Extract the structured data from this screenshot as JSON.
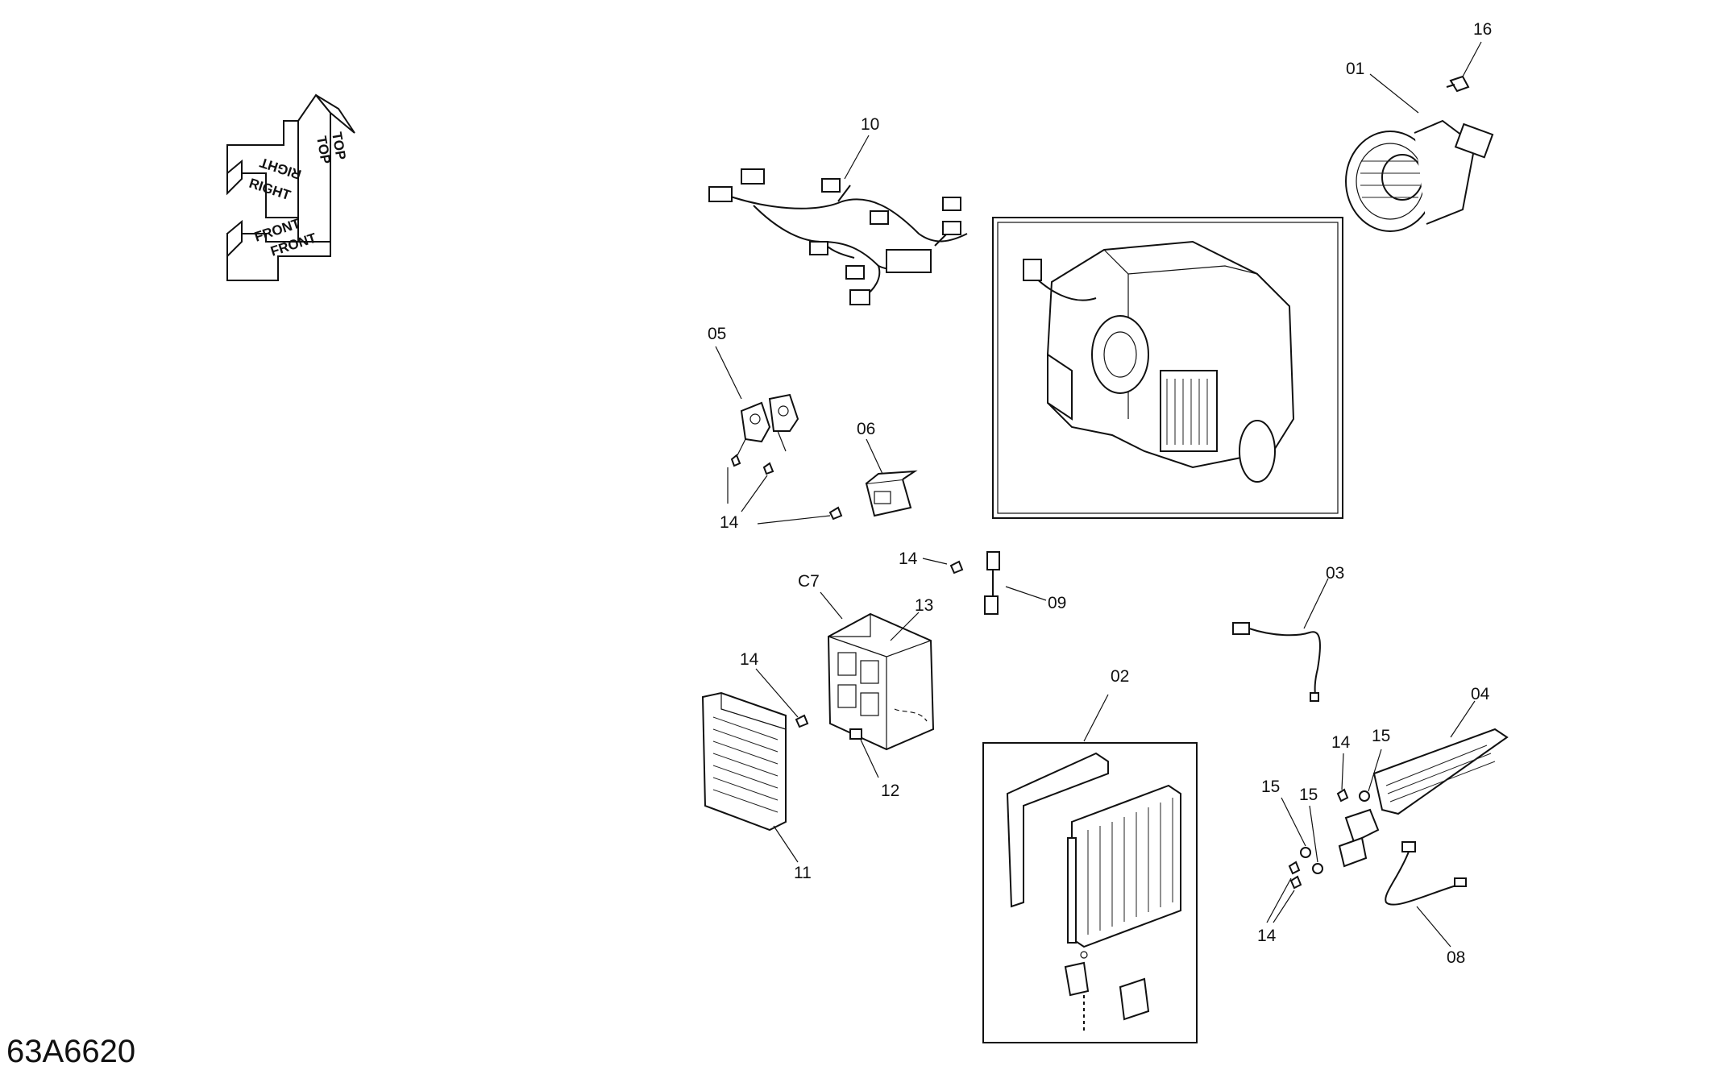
{
  "drawing_code": "63A6620",
  "orientation": {
    "top": "TOP",
    "right": "RIGHT",
    "front": "FRONT"
  },
  "callouts": {
    "c01": "01",
    "c02": "02",
    "c03": "03",
    "c04": "04",
    "c05": "05",
    "c06": "06",
    "c07": "C7",
    "c08": "08",
    "c09": "09",
    "c10": "10",
    "c11": "11",
    "c12": "12",
    "c13": "13",
    "c14a": "14",
    "c14b": "14",
    "c14c": "14",
    "c14d": "14",
    "c14e": "14",
    "c15a": "15",
    "c15b": "15",
    "c15c": "15",
    "c16": "16"
  }
}
